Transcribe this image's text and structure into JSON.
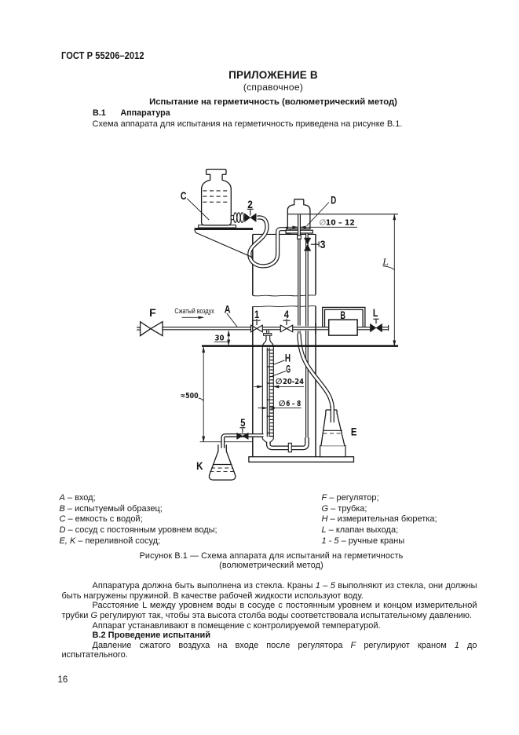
{
  "ink": {
    "text": "#161616",
    "line": "#1a1a1a",
    "background": "#ffffff",
    "faded_symbol": "#8f8f8f"
  },
  "header": {
    "doc_code": "ГОСТ Р 55206–2012"
  },
  "titles": {
    "appendix": "ПРИЛОЖЕНИЕ В",
    "kind": "(справочное)",
    "section": "Испытание на герметичность (волюметрический метод)",
    "clause_num": "В.1",
    "clause_name": "Аппаратура",
    "intro": "Схема аппарата для испытания на герметичность приведена на рисунке В.1."
  },
  "figure": {
    "labels": {
      "a": "A",
      "b": "B",
      "c": "C",
      "d": "D",
      "e": "E",
      "f": "F",
      "g": "G",
      "h": "H",
      "k": "K",
      "l": "L",
      "v1": "1",
      "v2": "2",
      "v3": "3",
      "v4": "4",
      "v5": "5"
    },
    "dims": {
      "d10_sym": "∅",
      "d10_val": "10 – 12",
      "d20_sym": "∅",
      "d20_val": "20-24",
      "d6_sym": "∅",
      "d6_val": "6 – 8",
      "h30": "30",
      "h500": "≈500",
      "len": "L"
    },
    "notes": {
      "air": "Сжатый воздух"
    }
  },
  "legend": {
    "left": [
      {
        "k": "A",
        "v": " – вход;"
      },
      {
        "k": "B",
        "v": " – испытуемый образец;"
      },
      {
        "k": "C",
        "v": " – емкость с водой;"
      },
      {
        "k": "D",
        "v": " – сосуд с постоянным уровнем воды;"
      },
      {
        "k": "E, K",
        "v": " – переливной сосуд;"
      }
    ],
    "right": [
      {
        "k": "F",
        "v": " – регулятор;"
      },
      {
        "k": "G",
        "v": " – трубка;"
      },
      {
        "k": "H",
        "v": " – измерительная бюретка;"
      },
      {
        "k": "L",
        "v": " – клапан выхода;"
      },
      {
        "k": "1 - 5",
        "v": " – ручные краны"
      }
    ]
  },
  "caption": {
    "line1": "Рисунок В.1 — Схема аппарата для испытаний на герметичность",
    "line2": "(волюметрический метод)"
  },
  "body": {
    "p1": [
      {
        "t": "Аппаратура должна быть выполнена из стекла. Краны "
      },
      {
        "t": "1 – 5"
      },
      {
        "t": " выполняют из стекла, они должны быть нагружены пружиной. В качестве рабочей жидкости используют воду."
      }
    ],
    "p2": [
      {
        "t": "Расстояние L между уровнем воды в сосуде с постоянным уровнем и концом измерительной трубки "
      },
      {
        "t": "G"
      },
      {
        "t": " регулируют так, чтобы эта высота столба воды соответствовала испытательному давлению."
      }
    ],
    "p3": "Аппарат устанавливают в помещение с контролируемой температурой.",
    "h2": "В.2 Проведение испытаний",
    "p4": [
      {
        "t": "Давление сжатого воздуха на входе после регулятора "
      },
      {
        "t": "F"
      },
      {
        "t": " регулируют краном "
      },
      {
        "t": "1"
      },
      {
        "t": " до испытательного."
      }
    ]
  },
  "footer": {
    "page_number": "16"
  }
}
